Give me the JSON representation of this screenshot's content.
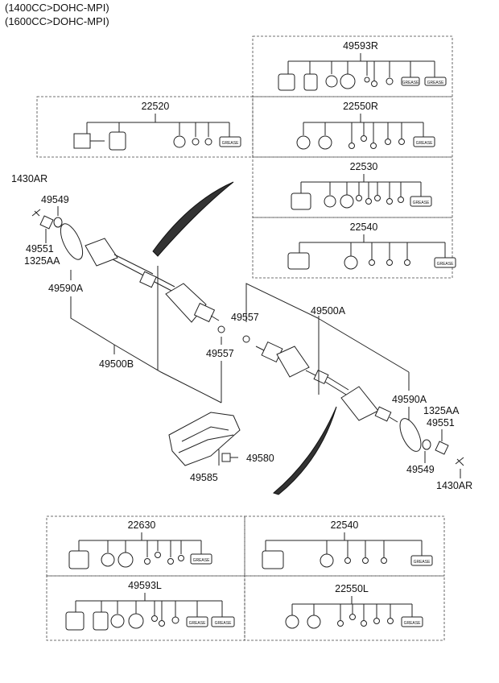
{
  "header": {
    "line1": "(1400CC>DOHC-MPI)",
    "line2": "(1600CC>DOHC-MPI)"
  },
  "kits": {
    "k49593R": "49593R",
    "k22520": "22520",
    "k22550R": "22550R",
    "k22530": "22530",
    "k22540_top": "22540",
    "k22630": "22630",
    "k22540_bottom": "22540",
    "k49593L": "49593L",
    "k22550L": "22550L"
  },
  "callouts": {
    "c1430AR_left": "1430AR",
    "c49549_left": "49549",
    "c49551_left": "49551",
    "c1325AA_left": "1325AA",
    "c49590A_left": "49590A",
    "c49500B": "49500B",
    "c49557_upper": "49557",
    "c49557_lower": "49557",
    "c49500A": "49500A",
    "c49590A_right": "49590A",
    "c1325AA_right": "1325AA",
    "c49551_right": "49551",
    "c49549_right": "49549",
    "c1430AR_right": "1430AR",
    "c49580": "49580",
    "c49585": "49585"
  },
  "grease_label": "GREASE"
}
